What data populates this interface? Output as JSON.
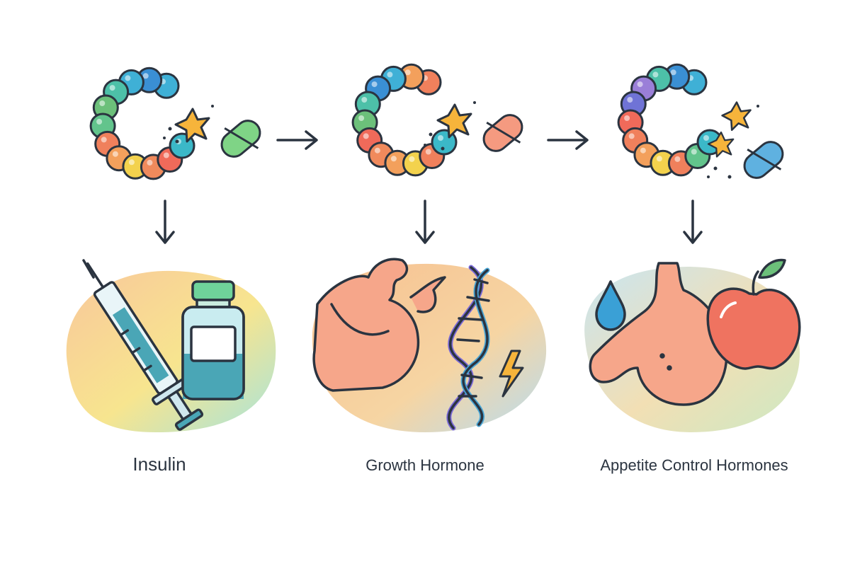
{
  "panels": [
    {
      "label": "Insulin",
      "chain_colors": [
        "#3fb0d6",
        "#3a8fd4",
        "#3fb0d6",
        "#4dc0a8",
        "#6cc07a",
        "#62c48c",
        "#f0805c",
        "#f3a05c",
        "#f3d24d",
        "#f08a5c",
        "#f06a5a",
        "#3bb8c8"
      ],
      "blocker_color": "#7fd486",
      "illustration": [
        "syringe-icon",
        "vial-icon"
      ],
      "blob_colors": [
        "#f9c79b",
        "#f7e58f",
        "#a7e3dc"
      ]
    },
    {
      "label": "Growth Hormone",
      "chain_colors": [
        "#f0805c",
        "#f3a05c",
        "#3fb0d6",
        "#3a8fd4",
        "#4dc0a8",
        "#6cc07a",
        "#f06a5a",
        "#f08a5c",
        "#f3a05c",
        "#f3d24d",
        "#f0805c",
        "#3bb8c8"
      ],
      "blocker_color": "#f59a80",
      "illustration": [
        "flexed-arm-icon",
        "dna-helix-icon",
        "lightning-icon"
      ],
      "blob_colors": [
        "#f7c090",
        "#f6d5a3",
        "#b8dcf0"
      ]
    },
    {
      "label": "Appetite Control Hormones",
      "chain_colors": [
        "#3fb0d6",
        "#3a8fd4",
        "#4dc0a8",
        "#9a7fd8",
        "#6f73d6",
        "#f06a5a",
        "#f0805c",
        "#f3a05c",
        "#f3d24d",
        "#f0805c",
        "#62c48c",
        "#3bb8c8"
      ],
      "blocker_color": "#5fb1e0",
      "illustration": [
        "water-drop-icon",
        "stomach-icon",
        "apple-icon"
      ],
      "blob_colors": [
        "#c8e5f2",
        "#f2dfb4",
        "#cce9c4"
      ]
    }
  ],
  "accent": "#2b3440",
  "star_color": "#f6b43b"
}
